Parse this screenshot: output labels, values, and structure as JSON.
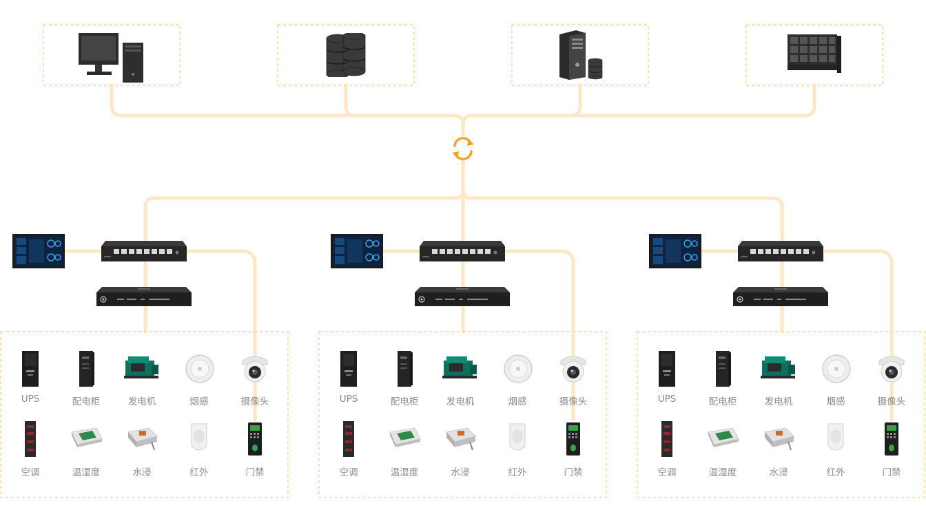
{
  "colors": {
    "accent": "#f0a532",
    "line": "#fce7c6",
    "dashed_border": "#f6d79a",
    "device_dark": "#222222",
    "label": "#8a8a8a"
  },
  "top_tier": {
    "icons": [
      "monitor-workstation-icon",
      "database-icon",
      "server-tower-icon",
      "video-wall-icon"
    ]
  },
  "hub": {
    "icon": "sync-arrows-icon"
  },
  "groups": [
    {
      "devices": [
        "touch-panel-icon",
        "network-switch-icon",
        "collector-host-icon"
      ],
      "sensors": [
        {
          "label": "UPS",
          "icon": "ups-cabinet-icon"
        },
        {
          "label": "配电柜",
          "icon": "power-cabinet-icon"
        },
        {
          "label": "发电机",
          "icon": "generator-icon"
        },
        {
          "label": "烟感",
          "icon": "smoke-detector-icon"
        },
        {
          "label": "摄像头",
          "icon": "camera-icon"
        },
        {
          "label": "空调",
          "icon": "air-conditioner-icon"
        },
        {
          "label": "温湿度",
          "icon": "thermo-hygrometer-icon"
        },
        {
          "label": "水浸",
          "icon": "water-leak-sensor-icon"
        },
        {
          "label": "红外",
          "icon": "infrared-sensor-icon"
        },
        {
          "label": "门禁",
          "icon": "access-control-icon"
        }
      ]
    },
    {
      "devices": [
        "touch-panel-icon",
        "network-switch-icon",
        "collector-host-icon"
      ],
      "sensors": [
        {
          "label": "UPS",
          "icon": "ups-cabinet-icon"
        },
        {
          "label": "配电柜",
          "icon": "power-cabinet-icon"
        },
        {
          "label": "发电机",
          "icon": "generator-icon"
        },
        {
          "label": "烟感",
          "icon": "smoke-detector-icon"
        },
        {
          "label": "摄像头",
          "icon": "camera-icon"
        },
        {
          "label": "空调",
          "icon": "air-conditioner-icon"
        },
        {
          "label": "温湿度",
          "icon": "thermo-hygrometer-icon"
        },
        {
          "label": "水浸",
          "icon": "water-leak-sensor-icon"
        },
        {
          "label": "红外",
          "icon": "infrared-sensor-icon"
        },
        {
          "label": "门禁",
          "icon": "access-control-icon"
        }
      ]
    },
    {
      "devices": [
        "touch-panel-icon",
        "network-switch-icon",
        "collector-host-icon"
      ],
      "sensors": [
        {
          "label": "UPS",
          "icon": "ups-cabinet-icon"
        },
        {
          "label": "配电柜",
          "icon": "power-cabinet-icon"
        },
        {
          "label": "发电机",
          "icon": "generator-icon"
        },
        {
          "label": "烟感",
          "icon": "smoke-detector-icon"
        },
        {
          "label": "摄像头",
          "icon": "camera-icon"
        },
        {
          "label": "空调",
          "icon": "air-conditioner-icon"
        },
        {
          "label": "温湿度",
          "icon": "thermo-hygrometer-icon"
        },
        {
          "label": "水浸",
          "icon": "water-leak-sensor-icon"
        },
        {
          "label": "红外",
          "icon": "infrared-sensor-icon"
        },
        {
          "label": "门禁",
          "icon": "access-control-icon"
        }
      ]
    }
  ]
}
